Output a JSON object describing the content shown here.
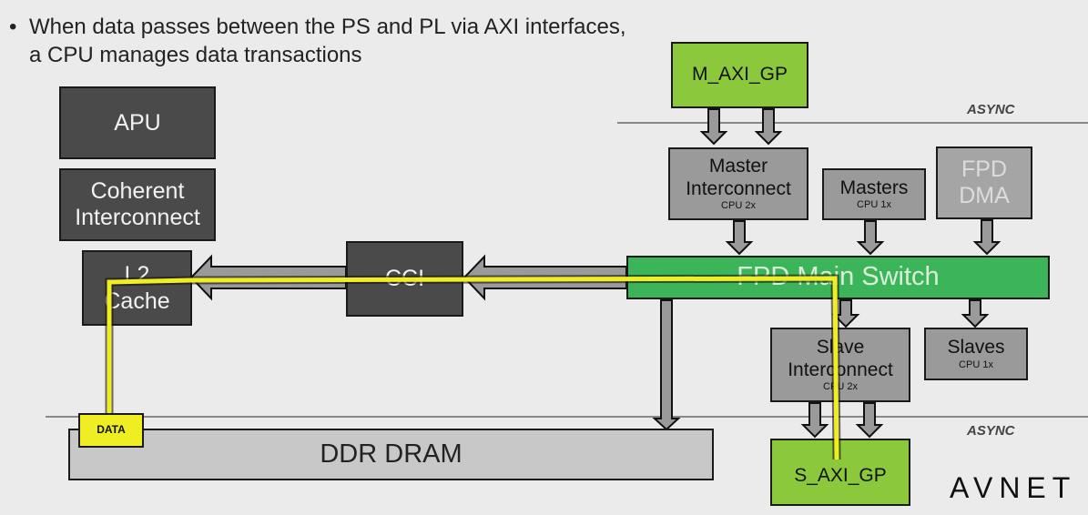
{
  "bullet": {
    "text": "When data passes between the PS and PL via AXI interfaces, a CPU manages data transactions"
  },
  "blocks": {
    "apu": "APU",
    "coherent_interconnect": "Coherent Interconnect",
    "l2_cache": "L2 Cache",
    "cci": "CCI",
    "fpd_main_switch": "FPD Main Switch",
    "m_axi_gp": "M_AXI_GP",
    "master_interconnect": {
      "title": "Master Interconnect",
      "sub": "CPU 2x"
    },
    "masters": {
      "title": "Masters",
      "sub": "CPU 1x"
    },
    "fpd_dma": "FPD DMA",
    "slave_interconnect": {
      "title": "Slave Interconnect",
      "sub": "CPU 2x"
    },
    "slaves": {
      "title": "Slaves",
      "sub": "CPU 1x"
    },
    "ddr_dram": "DDR DRAM",
    "s_axi_gp": "S_AXI_GP",
    "data_tag": "DATA"
  },
  "async_labels": [
    "ASYNC",
    "ASYNC"
  ],
  "logo": "AVNET",
  "colors": {
    "data_path": "#eeee22",
    "switch": "#3cb45a",
    "axi_port": "#8cc83c"
  }
}
